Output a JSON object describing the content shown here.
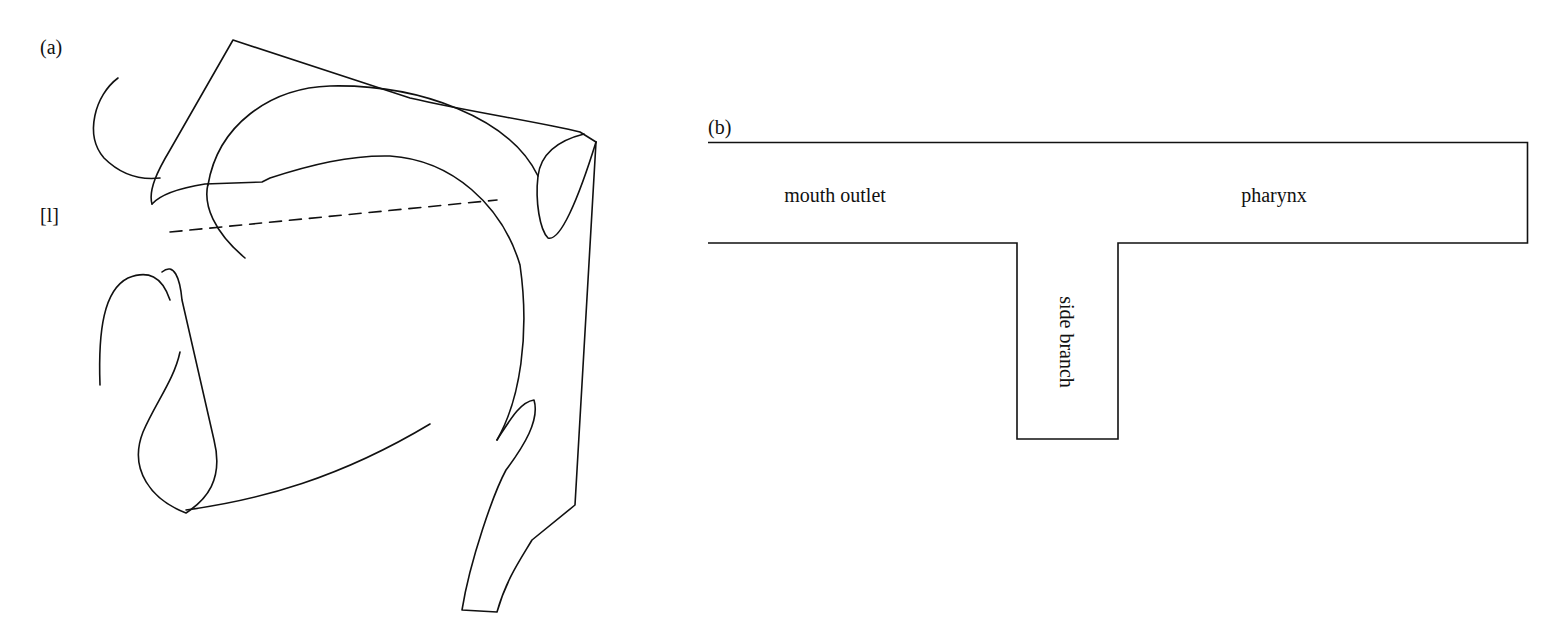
{
  "diagram": {
    "nodes": [
      {
        "text": [
          "mouth outlet",
          "pharynx",
          "side branch"
        ]
      }
    ],
    "labels": [
      "(a)",
      "[l]",
      "(b)"
    ]
  }
}
